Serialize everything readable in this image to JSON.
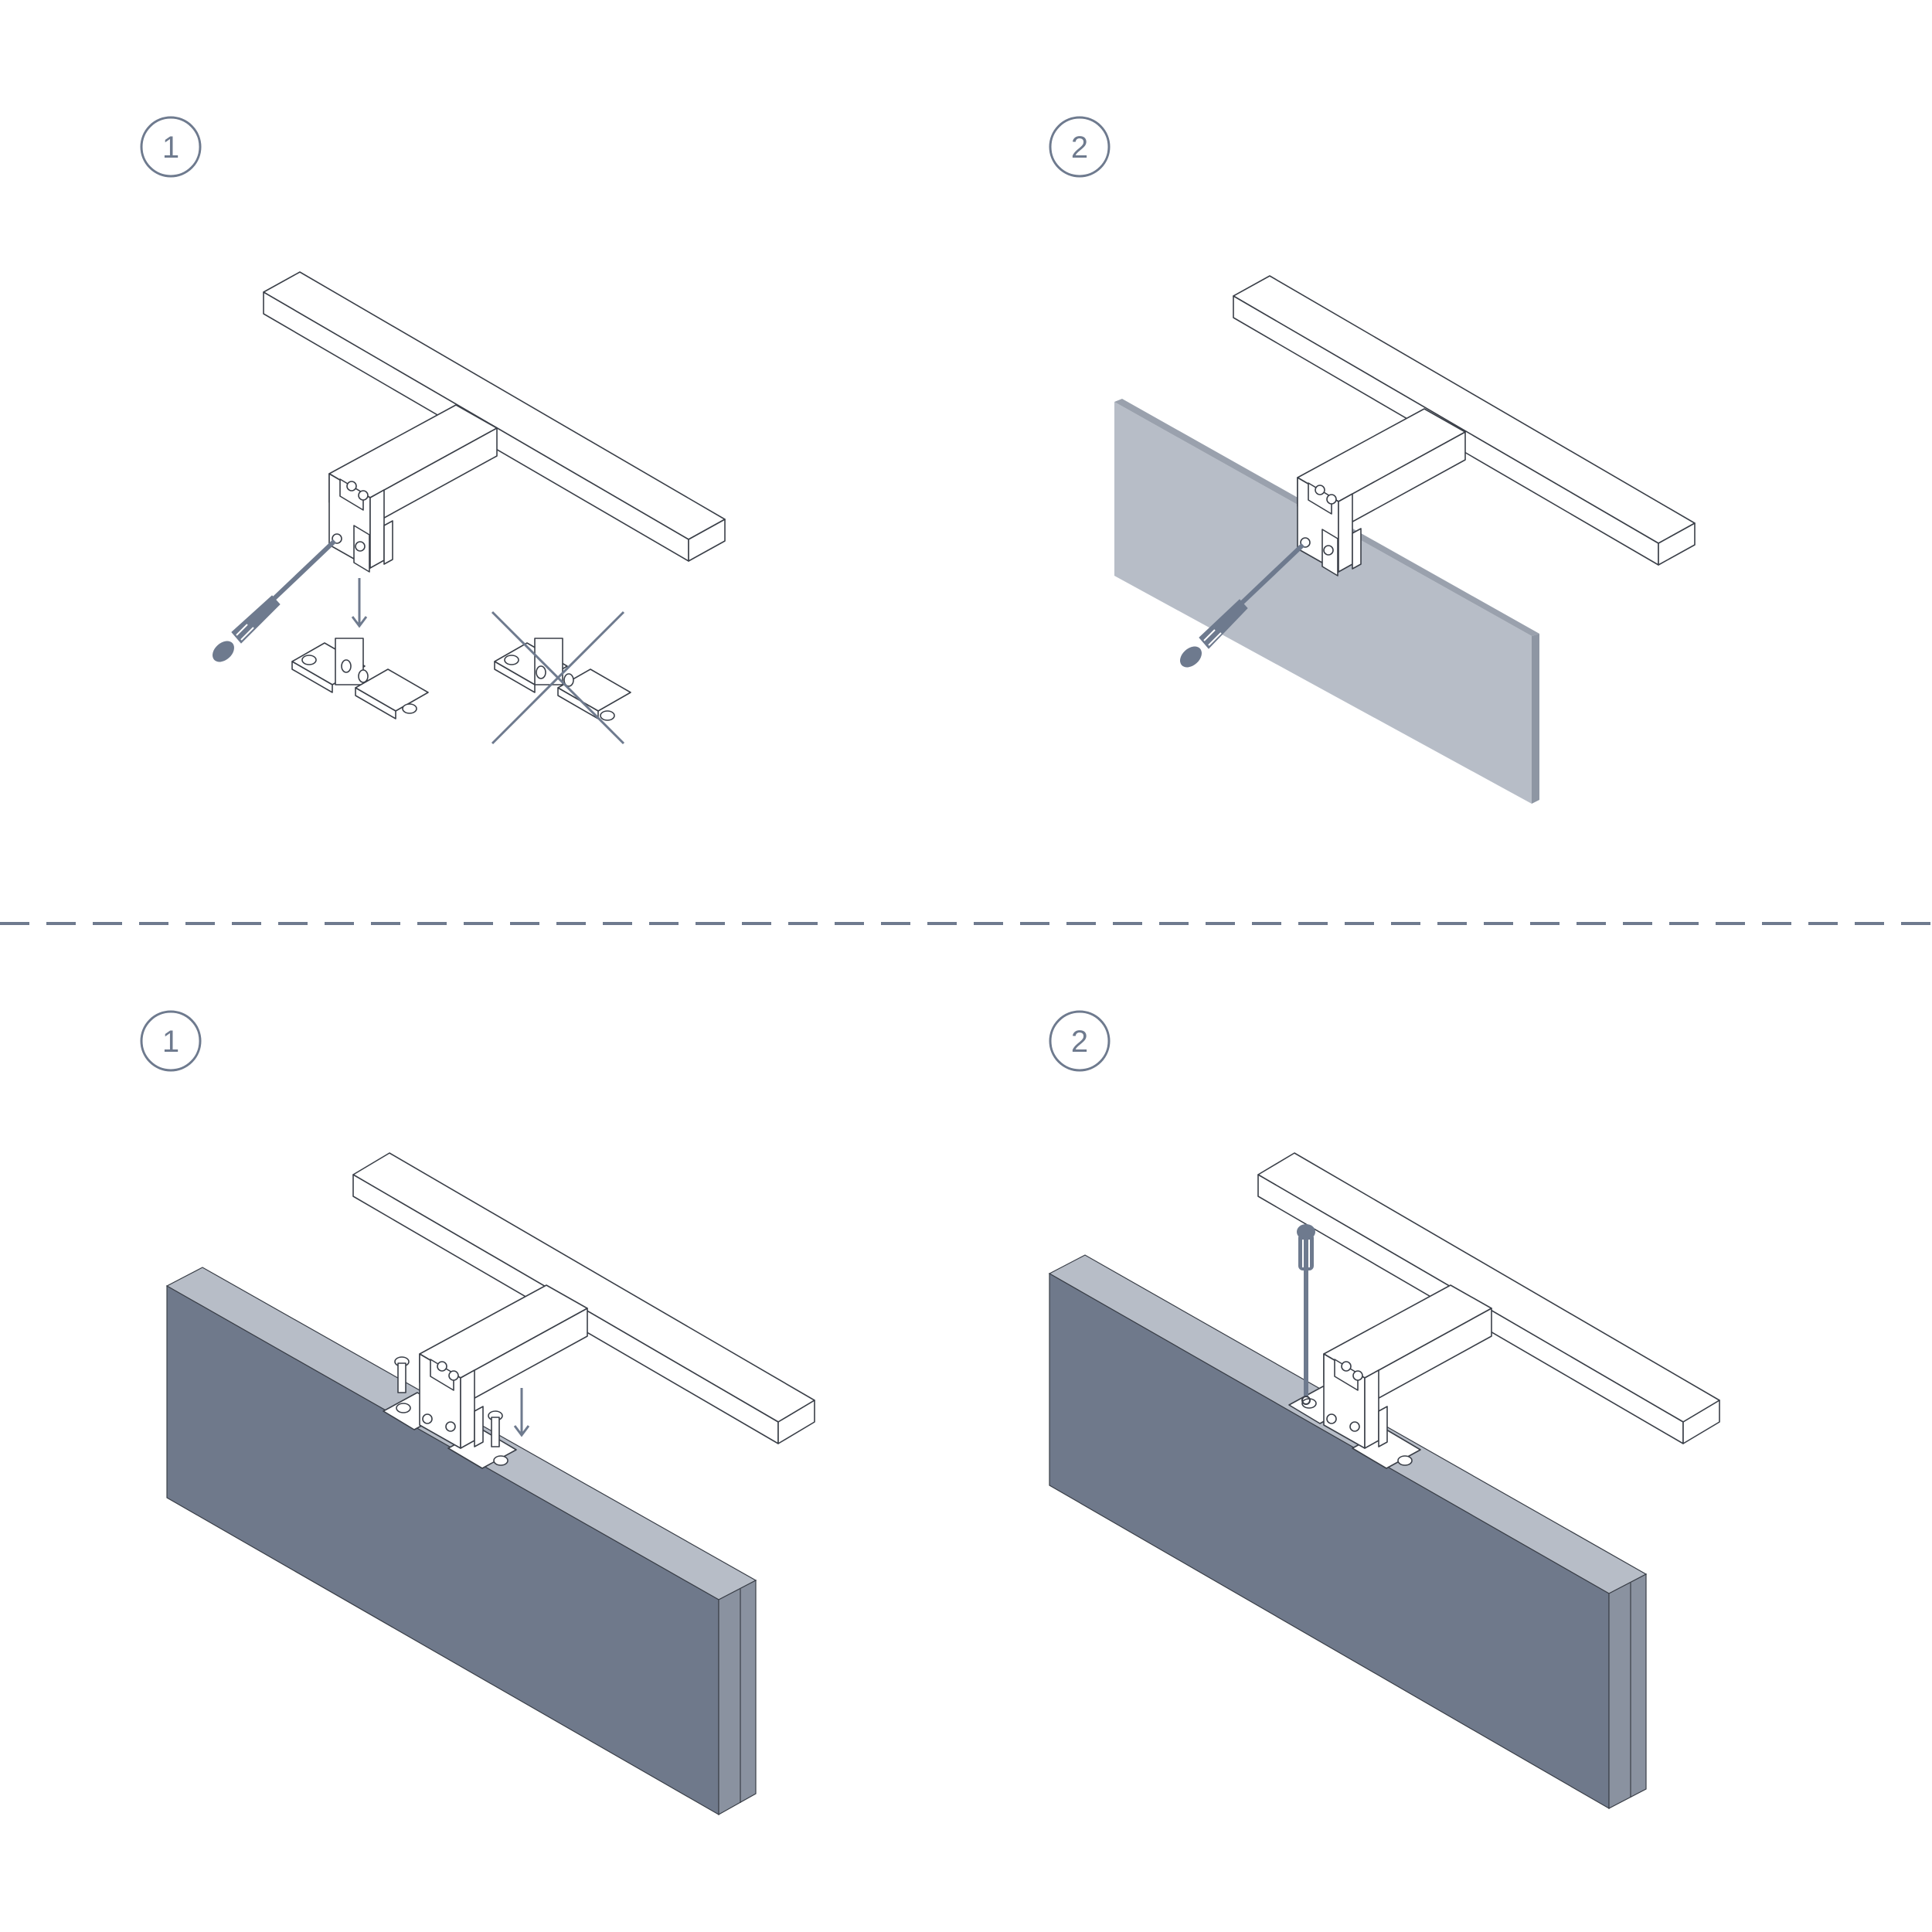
{
  "steps": {
    "top_left": "1",
    "top_right": "2",
    "bottom_left": "1",
    "bottom_right": "2"
  },
  "colors": {
    "accent": "#6e7a8e",
    "panel_light": "#b7bdc7",
    "panel_dark": "#6f798b",
    "panel_edge": "#aab1bd",
    "outline": "#3a3f48"
  },
  "icons": [
    "screwdriver-icon",
    "arrow-down-icon",
    "cross-out-icon"
  ]
}
